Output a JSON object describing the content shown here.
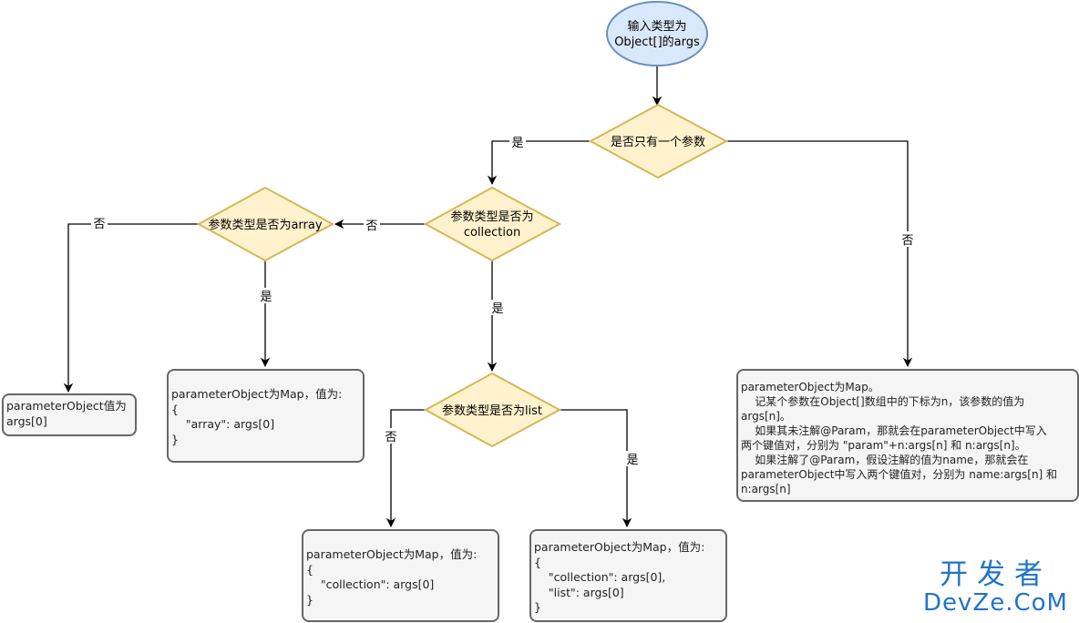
{
  "nodes": {
    "start": "输入类型为 Object[]的args",
    "start_lines": [
      "输入类型为",
      "Object[]的args"
    ],
    "q_single_param": "是否只有一个参数",
    "q_collection_lines": [
      "参数类型是否为",
      "collection"
    ],
    "q_array": "参数类型是否为array",
    "q_list": "参数类型是否为list"
  },
  "edge_labels": {
    "yes": "是",
    "no": "否"
  },
  "boxes": {
    "args0": [
      "parameterObject值为",
      "args[0]"
    ],
    "array_map": [
      "parameterObject为Map，值为:",
      "{",
      "    \"array\": args[0]",
      "}"
    ],
    "collection_map": [
      "parameterObject为Map，值为:",
      "{",
      "    \"collection\": args[0]",
      "}"
    ],
    "list_map": [
      "parameterObject为Map，值为:",
      "{",
      "    \"collection\": args[0],",
      "    \"list\": args[0]",
      "}"
    ],
    "multi_map": [
      "parameterObject为Map。",
      "    记某个参数在Object[]数组中的下标为n，该参数的值为",
      "args[n]。",
      "    如果其未注解@Param，那就会在parameterObject中写入",
      "两个键值对，分别为 \"param\"+n:args[n] 和 n:args[n]。",
      "    如果注解了@Param，假设注解的值为name，那就会在",
      "parameterObject中写入两个键值对，分别为 name:args[n] 和",
      "n:args[n]"
    ]
  },
  "watermark": {
    "cn": "开发者",
    "en": "DevZe.CoM"
  },
  "colors": {
    "start_fill": "#dae8fc",
    "start_stroke": "#6c8ebf",
    "decision_fill": "#fff2cc",
    "decision_stroke": "#d6b656",
    "box_fill": "#f5f5f5",
    "box_stroke": "#666666",
    "watermark": "#1f74c8"
  }
}
